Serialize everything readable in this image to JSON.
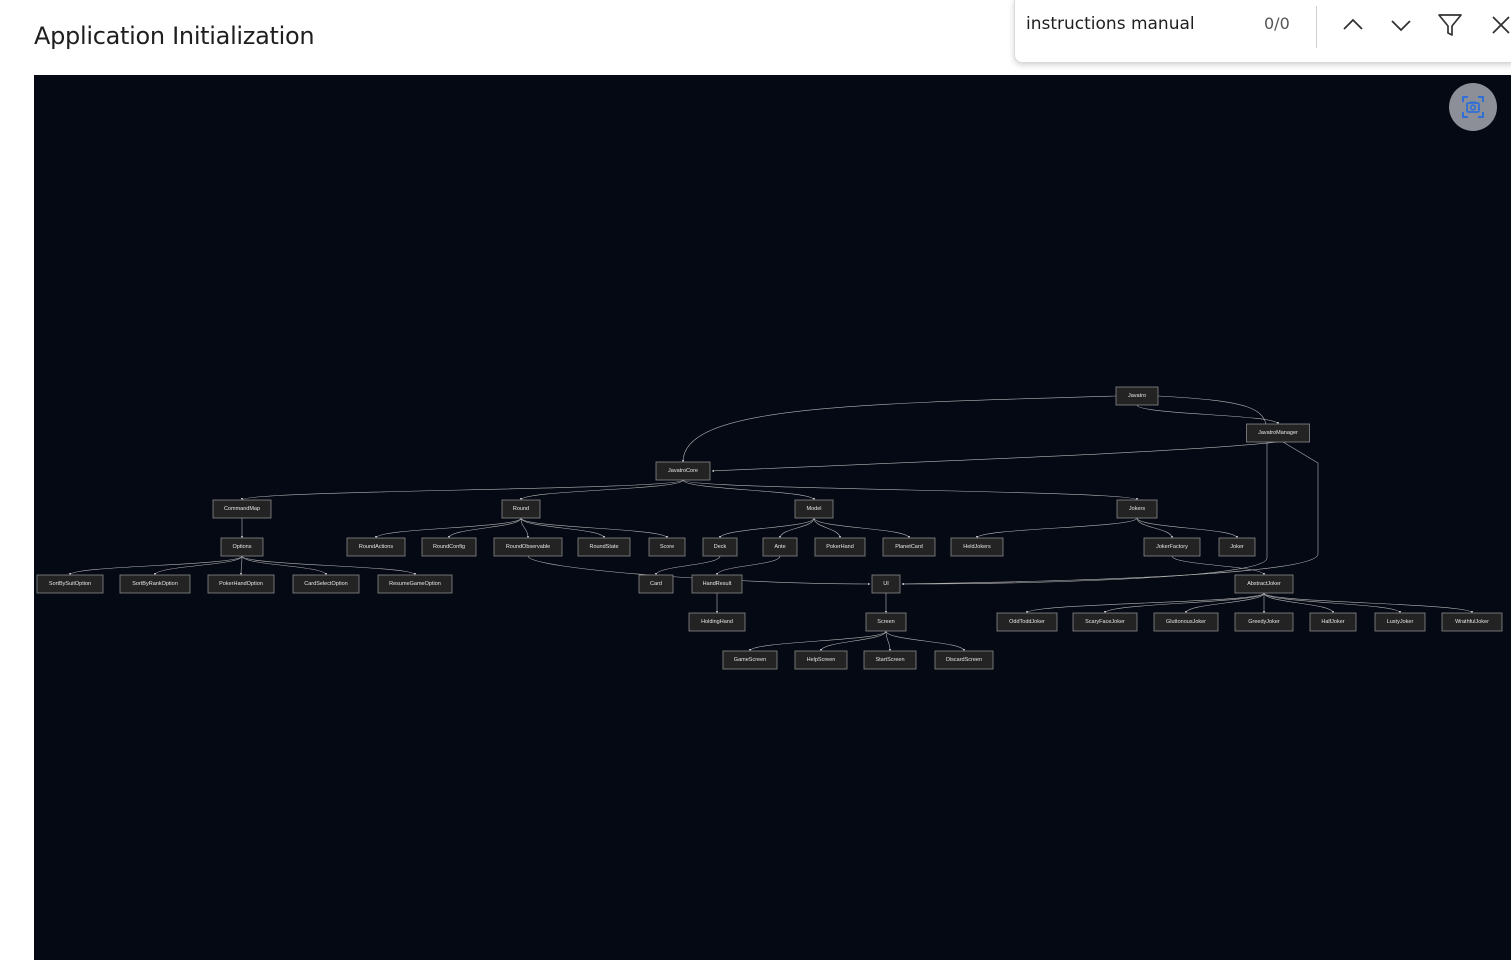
{
  "page": {
    "title": "Application Initialization"
  },
  "find_bar": {
    "query": "instructions manual",
    "match_count": "0/0",
    "icons": [
      "chevron-up-icon",
      "chevron-down-icon",
      "filter-icon",
      "close-icon"
    ]
  },
  "canvas": {
    "background": "#050914",
    "screenshot_icon": "screenshot-capture-icon"
  },
  "diagram": {
    "nodes": [
      {
        "id": "javatro",
        "label": "Javatro"
      },
      {
        "id": "javatromanager",
        "label": "JavatroManager"
      },
      {
        "id": "javatrocore",
        "label": "JavatroCore"
      },
      {
        "id": "commandmap",
        "label": "CommandMap"
      },
      {
        "id": "round",
        "label": "Round"
      },
      {
        "id": "model",
        "label": "Model"
      },
      {
        "id": "jokers",
        "label": "Jokers"
      },
      {
        "id": "options",
        "label": "Options"
      },
      {
        "id": "roundactions",
        "label": "RoundActions"
      },
      {
        "id": "roundconfig",
        "label": "RoundConfig"
      },
      {
        "id": "roundobservable",
        "label": "RoundObservable"
      },
      {
        "id": "roundstate",
        "label": "RoundState"
      },
      {
        "id": "score",
        "label": "Score"
      },
      {
        "id": "deck",
        "label": "Deck"
      },
      {
        "id": "ante",
        "label": "Ante"
      },
      {
        "id": "pokerhand",
        "label": "PokerHand"
      },
      {
        "id": "planetcard",
        "label": "PlanetCard"
      },
      {
        "id": "heldjokers",
        "label": "HeldJokers"
      },
      {
        "id": "jokerfactory",
        "label": "JokerFactory"
      },
      {
        "id": "joker",
        "label": "Joker"
      },
      {
        "id": "sortbysuitoption",
        "label": "SortBySuitOption"
      },
      {
        "id": "sortbyrankoption",
        "label": "SortByRankOption"
      },
      {
        "id": "pokerhandoption",
        "label": "PokerHandOption"
      },
      {
        "id": "cardselectoption",
        "label": "CardSelectOption"
      },
      {
        "id": "resumegameoption",
        "label": "ResumeGameOption"
      },
      {
        "id": "card",
        "label": "Card"
      },
      {
        "id": "handresult",
        "label": "HandResult"
      },
      {
        "id": "ui",
        "label": "UI"
      },
      {
        "id": "abstractjoker",
        "label": "AbstractJoker"
      },
      {
        "id": "holdinghand",
        "label": "HoldingHand"
      },
      {
        "id": "screen",
        "label": "Screen"
      },
      {
        "id": "oddtoddjoker",
        "label": "OddToddJoker"
      },
      {
        "id": "scaryfacejoker",
        "label": "ScaryFaceJoker"
      },
      {
        "id": "gluttonousjoker",
        "label": "GluttonousJoker"
      },
      {
        "id": "greedyjoker",
        "label": "GreedyJoker"
      },
      {
        "id": "halfjoker",
        "label": "HalfJoker"
      },
      {
        "id": "lustyjoker",
        "label": "LustyJoker"
      },
      {
        "id": "wrathfuljoker",
        "label": "WrathfulJoker"
      },
      {
        "id": "gamescreen",
        "label": "GameScreen"
      },
      {
        "id": "helpscreen",
        "label": "HelpScreen"
      },
      {
        "id": "startscreen",
        "label": "StartScreen"
      },
      {
        "id": "discardscreen",
        "label": "DiscardScreen"
      }
    ],
    "edges": [
      [
        "javatro",
        "javatrocore"
      ],
      [
        "javatro",
        "javatromanager"
      ],
      [
        "javatro",
        "ui"
      ],
      [
        "javatromanager",
        "javatrocore"
      ],
      [
        "javatromanager",
        "ui"
      ],
      [
        "javatrocore",
        "commandmap"
      ],
      [
        "javatrocore",
        "round"
      ],
      [
        "javatrocore",
        "model"
      ],
      [
        "javatrocore",
        "jokers"
      ],
      [
        "commandmap",
        "options"
      ],
      [
        "options",
        "sortbysuitoption"
      ],
      [
        "options",
        "sortbyrankoption"
      ],
      [
        "options",
        "pokerhandoption"
      ],
      [
        "options",
        "cardselectoption"
      ],
      [
        "options",
        "resumegameoption"
      ],
      [
        "round",
        "roundactions"
      ],
      [
        "round",
        "roundconfig"
      ],
      [
        "round",
        "roundobservable"
      ],
      [
        "round",
        "roundstate"
      ],
      [
        "round",
        "score"
      ],
      [
        "roundobservable",
        "ui"
      ],
      [
        "model",
        "deck"
      ],
      [
        "model",
        "ante"
      ],
      [
        "model",
        "pokerhand"
      ],
      [
        "model",
        "planetcard"
      ],
      [
        "deck",
        "card"
      ],
      [
        "ante",
        "handresult"
      ],
      [
        "jokers",
        "heldjokers"
      ],
      [
        "jokers",
        "jokerfactory"
      ],
      [
        "jokers",
        "joker"
      ],
      [
        "jokerfactory",
        "abstractjoker"
      ],
      [
        "handresult",
        "holdinghand"
      ],
      [
        "ui",
        "screen"
      ],
      [
        "screen",
        "gamescreen"
      ],
      [
        "screen",
        "helpscreen"
      ],
      [
        "screen",
        "startscreen"
      ],
      [
        "screen",
        "discardscreen"
      ],
      [
        "abstractjoker",
        "oddtoddjoker"
      ],
      [
        "abstractjoker",
        "scaryfacejoker"
      ],
      [
        "abstractjoker",
        "gluttonousjoker"
      ],
      [
        "abstractjoker",
        "greedyjoker"
      ],
      [
        "abstractjoker",
        "halfjoker"
      ],
      [
        "abstractjoker",
        "lustyjoker"
      ],
      [
        "abstractjoker",
        "wrathfuljoker"
      ]
    ]
  }
}
